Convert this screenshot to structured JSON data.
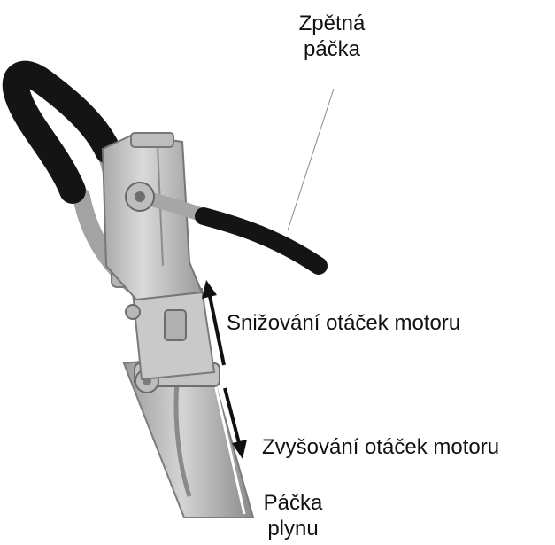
{
  "labels": {
    "reverse_lever_line1": "Zpětná",
    "reverse_lever_line2": "páčka",
    "decrease_rpm": "Snižování otáček motoru",
    "increase_rpm": "Zvyšování otáček motoru",
    "throttle_lever_line1": "Páčka",
    "throttle_lever_line2": "plynu"
  },
  "colors": {
    "background": "#ffffff",
    "text": "#111111",
    "arrow": "#111111",
    "grip": "#141414",
    "metal_light": "#d2d2d2",
    "metal_mid": "#a9a9a9",
    "metal_dark": "#6e6e6e"
  }
}
